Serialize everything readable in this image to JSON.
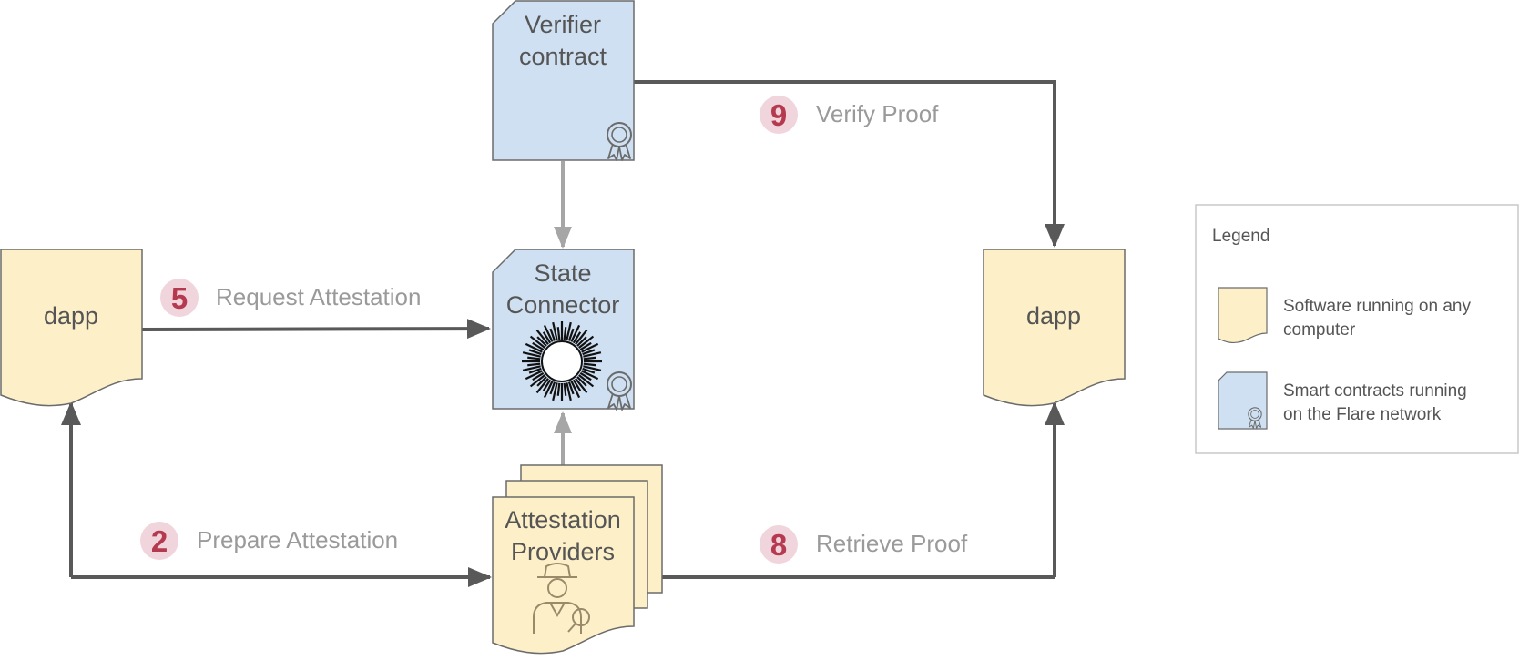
{
  "nodes": {
    "verifier": {
      "line1": "Verifier",
      "line2": "contract"
    },
    "state_connector": {
      "line1": "State",
      "line2": "Connector"
    },
    "attestation_providers": {
      "line1": "Attestation",
      "line2": "Providers"
    },
    "dapp_left": {
      "label": "dapp"
    },
    "dapp_right": {
      "label": "dapp"
    }
  },
  "steps": [
    {
      "number": "2",
      "label": "Prepare Attestation"
    },
    {
      "number": "5",
      "label": "Request Attestation"
    },
    {
      "number": "8",
      "label": "Retrieve Proof"
    },
    {
      "number": "9",
      "label": "Verify Proof"
    }
  ],
  "legend": {
    "title": "Legend",
    "items": [
      {
        "line1": "Software running on any",
        "line2": "computer",
        "kind": "software"
      },
      {
        "line1": "Smart contracts running",
        "line2": "on the Flare network",
        "kind": "smart-contract"
      }
    ]
  },
  "colors": {
    "software_fill": "#fdf0c9",
    "contract_fill": "#cfe0f2",
    "dark_arrow": "#595959",
    "light_arrow": "#a6a6a6",
    "step_badge_bg": "#f1d5dc",
    "step_number": "#b5394f",
    "step_label": "#9a9a9a",
    "legend_border": "#c8c8c8"
  },
  "icons": {
    "certificate": "award-ribbon-icon",
    "state_connector": "sunburst-icon",
    "providers": "detective-icon"
  }
}
